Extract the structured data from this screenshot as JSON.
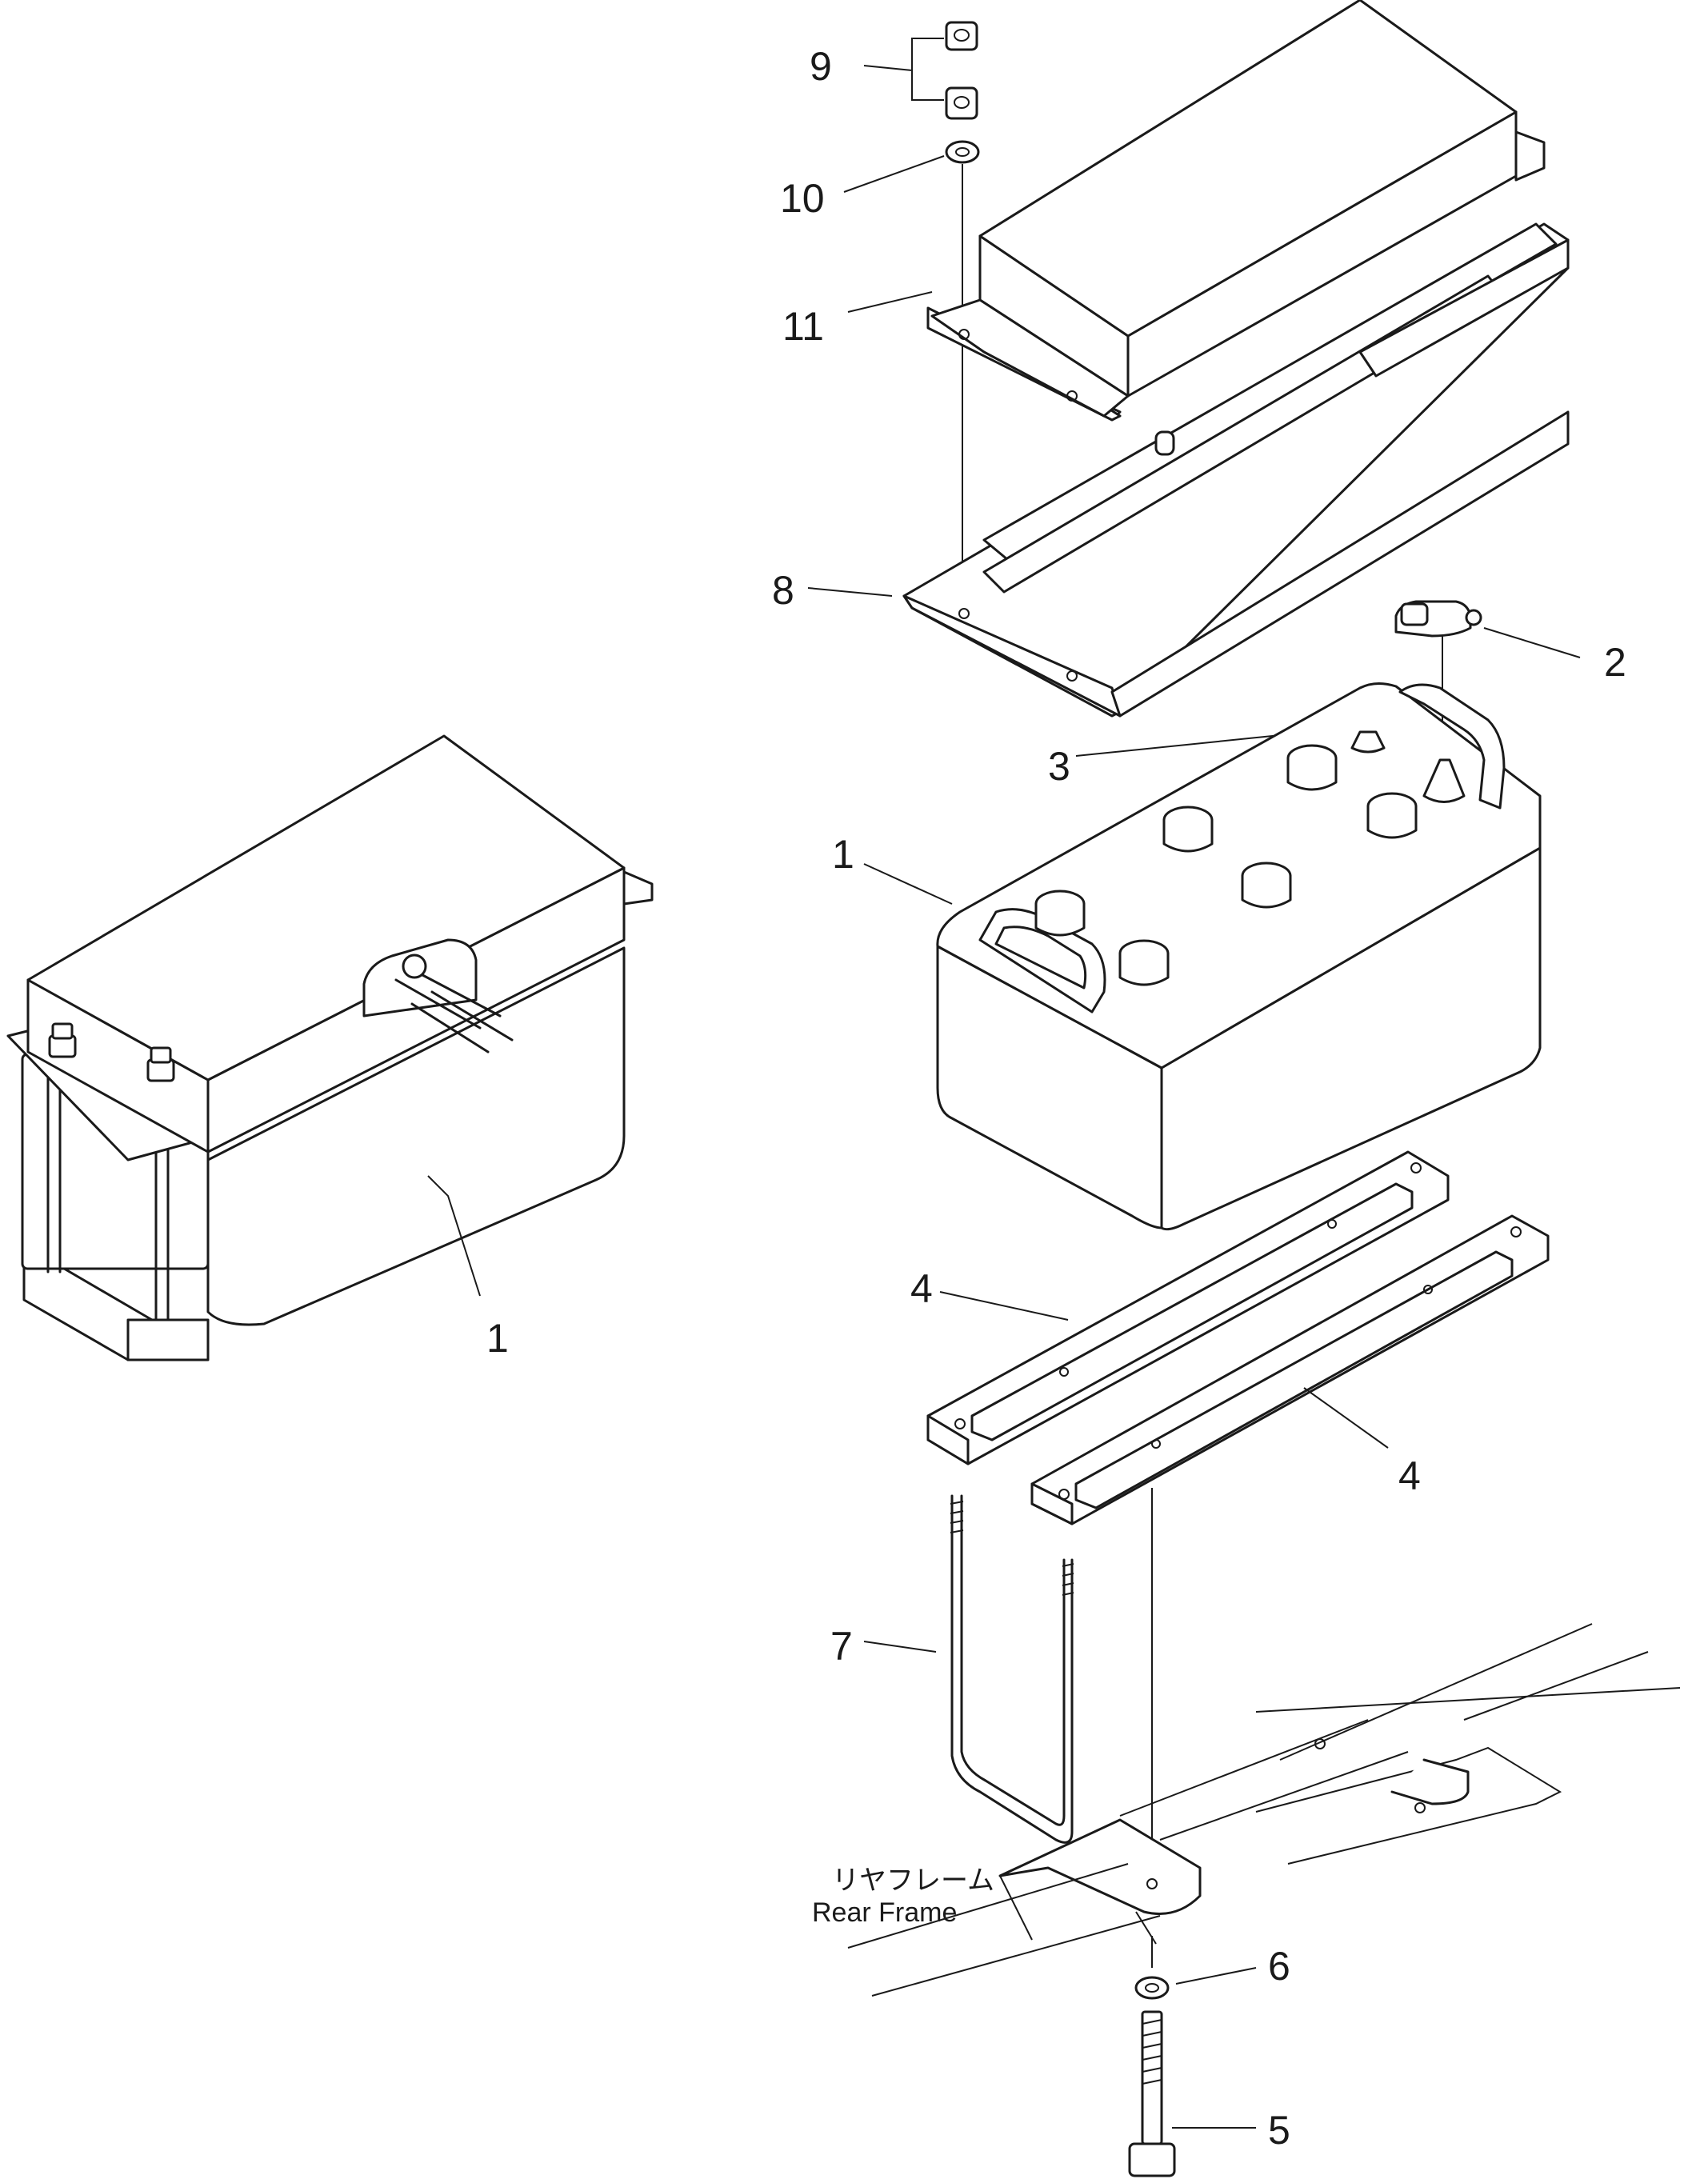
{
  "diagram": {
    "part_numbers": {
      "p1_left": "1",
      "p1_right": "1",
      "p2": "2",
      "p3": "3",
      "p4_upper": "4",
      "p4_lower": "4",
      "p5": "5",
      "p6": "6",
      "p7": "7",
      "p8": "8",
      "p9": "9",
      "p10": "10",
      "p11": "11"
    },
    "frame_label": {
      "japanese": "リヤフレーム",
      "english": "Rear Frame"
    }
  }
}
